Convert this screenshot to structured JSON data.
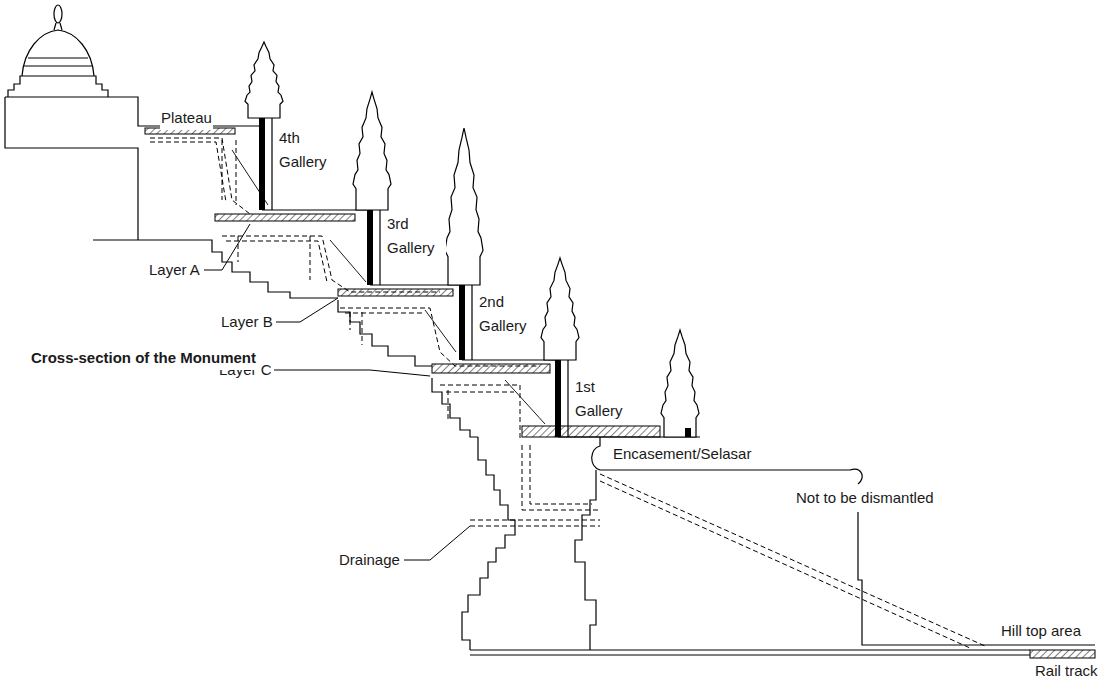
{
  "diagram": {
    "title": "Cross-section of the Monument",
    "labels": [
      "Plateau",
      "4th Gallery",
      "3rd Gallery",
      "Layer A",
      "2nd Gallery",
      "Layer B",
      "Layer C",
      "1st Gallery",
      "Encasement/Selasar",
      "Not to be dismantled",
      "Drainage",
      "Hill top area",
      "Rail track"
    ]
  }
}
